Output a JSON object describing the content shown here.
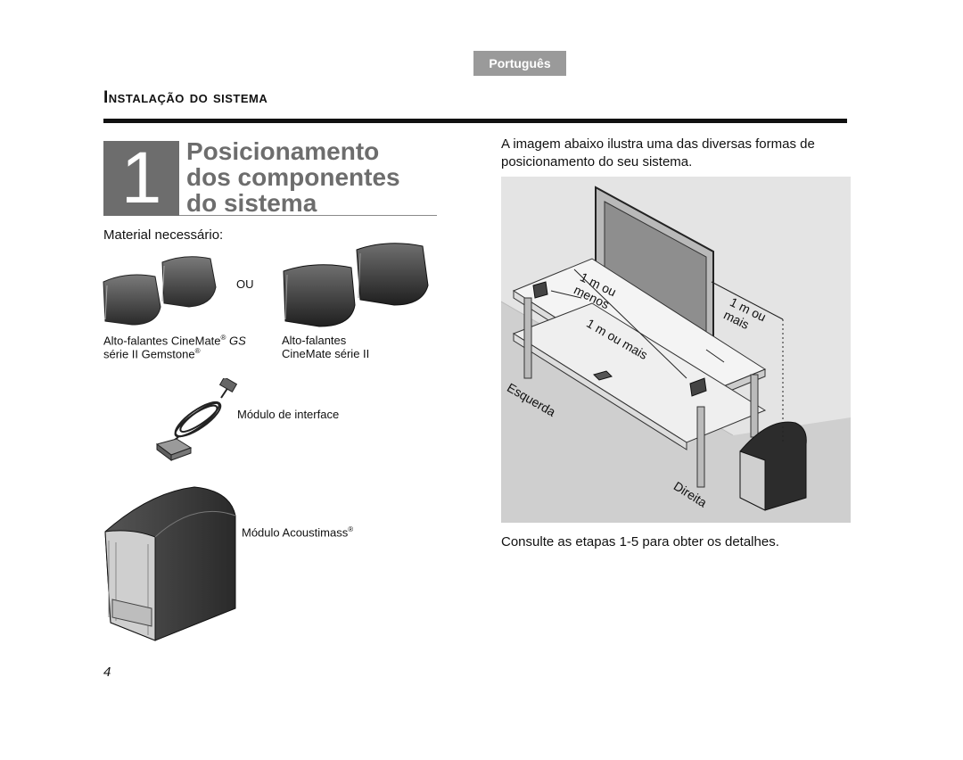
{
  "header": {
    "language_tab": "Português",
    "section_title": "Instalação do sistema"
  },
  "step": {
    "number": "1",
    "title_lines": [
      "Posicionamento",
      "dos componentes",
      "do sistema"
    ]
  },
  "materials": {
    "heading": "Material necessário:",
    "or_label": "OU",
    "gemstone": {
      "line1_prefix": "Alto-falantes CineMate",
      "line1_reg": "®",
      "line1_suffix": " GS",
      "line2": "série II Gemstone",
      "line2_reg": "®"
    },
    "cinemate": {
      "line1": "Alto-falantes",
      "line2": "CineMate série II"
    },
    "interface_module": "Módulo de interface",
    "acoustimass_module": "Módulo Acoustimass",
    "acoustimass_reg": "®"
  },
  "intro_text": "A imagem abaixo ilustra uma das diversas formas de posicionamento do seu sistema.",
  "diagram_labels": {
    "one_m_or_less_1": "1 m ou",
    "one_m_or_less_2": "menos",
    "one_m_or_more_a": "1 m ou mais",
    "one_m_or_more_b1": "1 m ou",
    "one_m_or_more_b2": "mais",
    "left": "Esquerda",
    "right": "Direita"
  },
  "footer_note": "Consulte as etapas 1-5 para obter os detalhes.",
  "page_number": "4"
}
